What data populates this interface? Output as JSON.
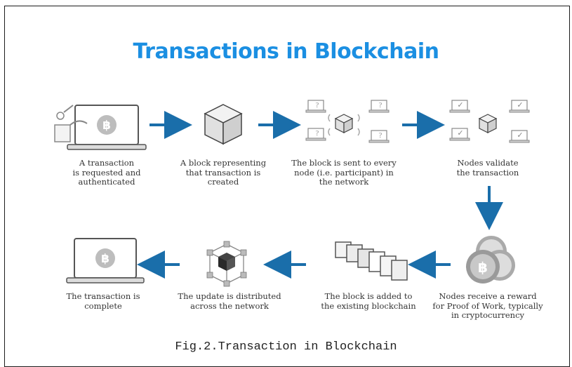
{
  "header": {
    "title": "Transactions in Blockchain"
  },
  "steps": [
    {
      "lines": [
        "A transaction",
        "is requested and",
        "authenticated"
      ]
    },
    {
      "lines": [
        "A block representing",
        "that transaction is",
        "created"
      ]
    },
    {
      "lines": [
        "The block is sent to every",
        "node (i.e. participant) in",
        "the network"
      ]
    },
    {
      "lines": [
        "Nodes validate",
        "the transaction"
      ]
    },
    {
      "lines": [
        "Nodes receive a reward",
        "for Proof of Work, typically",
        "in cryptocurrency"
      ]
    },
    {
      "lines": [
        "The block is added to",
        "the existing blockchain"
      ]
    },
    {
      "lines": [
        "The update is distributed",
        "across the network"
      ]
    },
    {
      "lines": [
        "The transaction is",
        "complete"
      ]
    }
  ],
  "icons": {
    "currency_glyph": "฿",
    "unknown_glyph": "?",
    "check_glyph": "✓"
  },
  "colors": {
    "accent": "#1b8fe2",
    "arrow": "#1a6eaa",
    "icon_stroke": "#555555",
    "icon_fill": "#e9e9e9"
  },
  "caption": "Fig.2.Transaction in Blockchain"
}
